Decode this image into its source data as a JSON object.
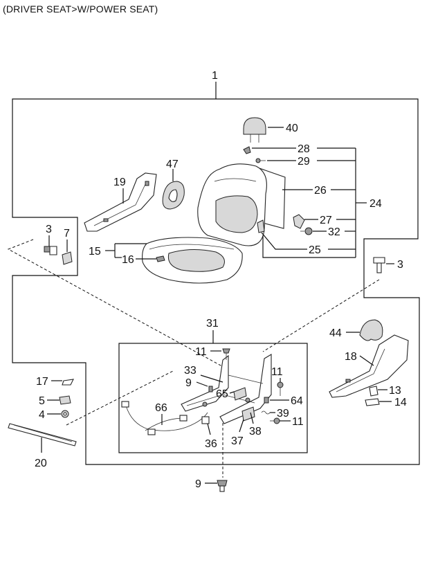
{
  "header": {
    "title": "(DRIVER SEAT>W/POWER SEAT)"
  },
  "callouts": {
    "c1": "1",
    "c3a": "3",
    "c7": "7",
    "c15": "15",
    "c16": "16",
    "c19": "19",
    "c47": "47",
    "c40": "40",
    "c28": "28",
    "c29": "29",
    "c26": "26",
    "c24": "24",
    "c27": "27",
    "c32": "32",
    "c25": "25",
    "c3b": "3",
    "c44": "44",
    "c18": "18",
    "c13": "13",
    "c14": "14",
    "c31": "31",
    "c11a": "11",
    "c33": "33",
    "c9a": "9",
    "c65": "65",
    "c11b": "11",
    "c64": "64",
    "c66": "66",
    "c39": "39",
    "c11c": "11",
    "c36": "36",
    "c37": "37",
    "c38": "38",
    "c17": "17",
    "c5": "5",
    "c4": "4",
    "c20": "20",
    "c9b": "9"
  }
}
